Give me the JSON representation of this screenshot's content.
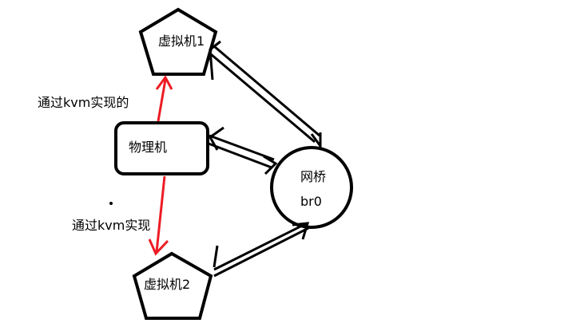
{
  "nodes": {
    "vm1": {
      "label": "虚拟机1"
    },
    "host": {
      "label": "物理机"
    },
    "bridge": {
      "line1": "网桥",
      "line2": "br0"
    },
    "vm2": {
      "label": "虚拟机2"
    }
  },
  "edges": {
    "host_vm1": {
      "label": "通过kvm实现的"
    },
    "host_vm2": {
      "label": "通过kvm实现"
    }
  },
  "colors": {
    "stroke": "#000000",
    "kvm_link": "#ed1c24",
    "background": "#ffffff"
  }
}
